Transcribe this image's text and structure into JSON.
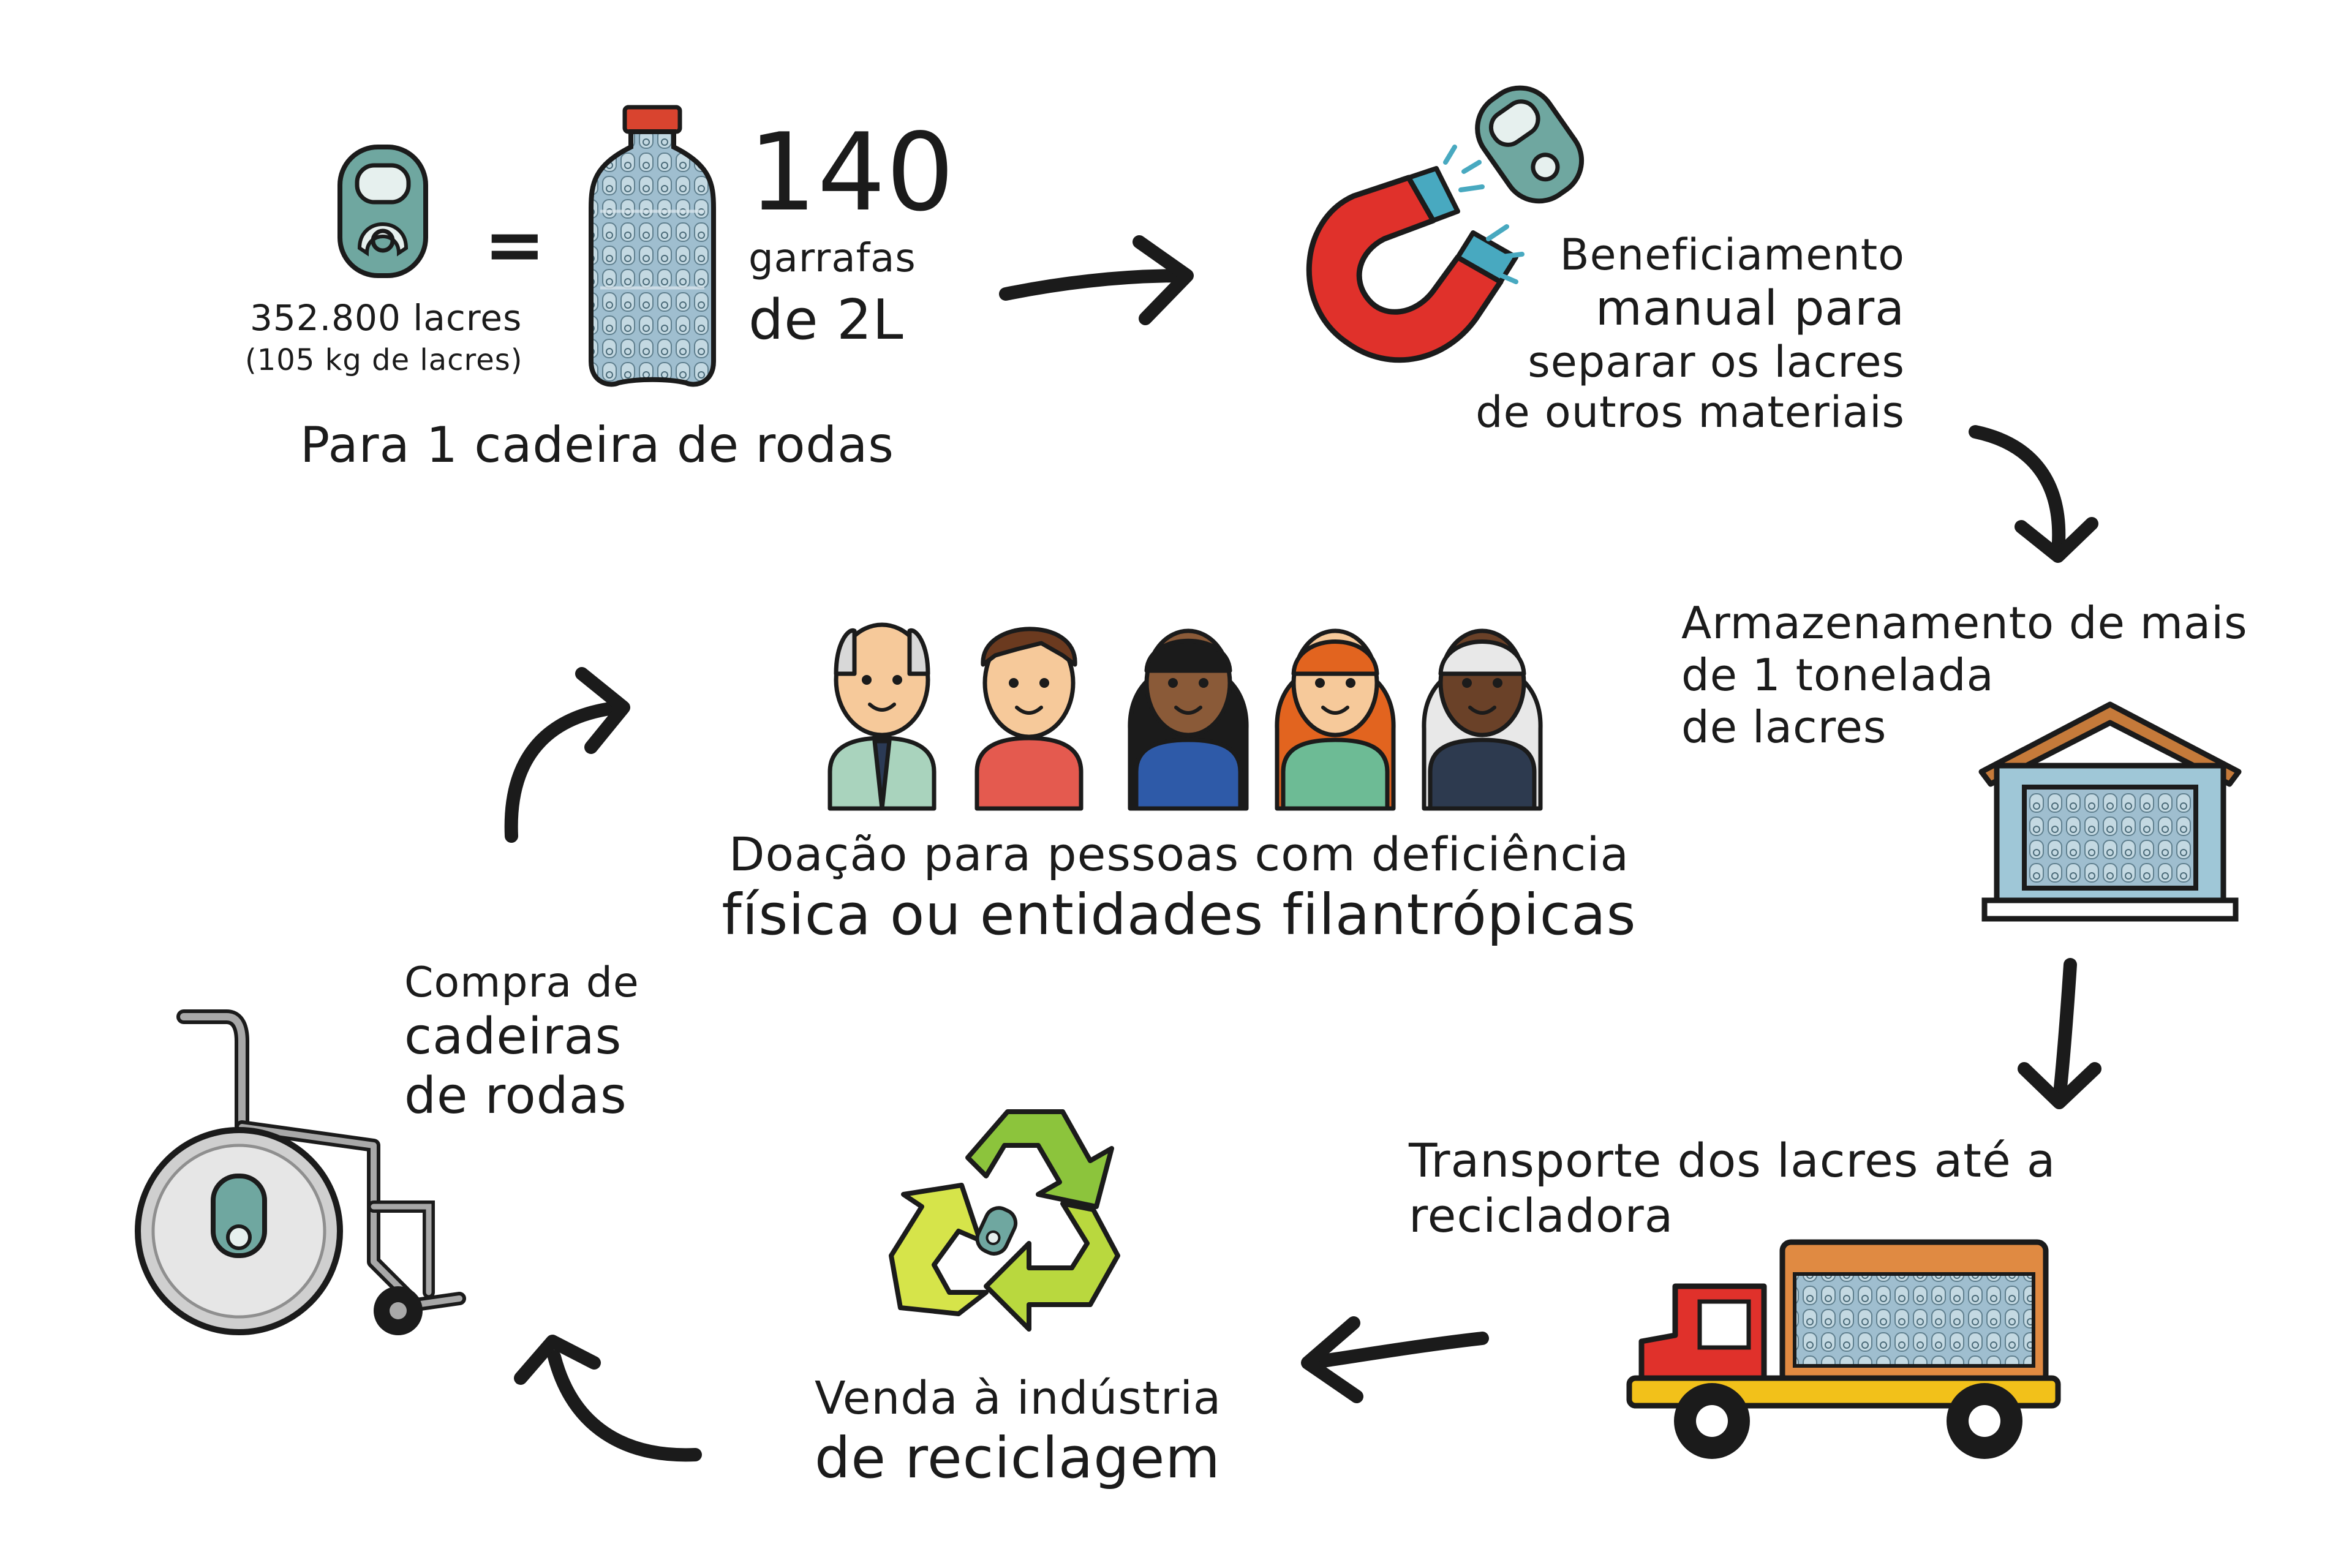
{
  "top": {
    "lacres_count": "352.800 lacres",
    "lacres_weight": "(105 kg de lacres)",
    "equals": "=",
    "bottles_number": "140",
    "bottles_word": "garrafas",
    "bottles_size": "de 2L",
    "caption": "Para 1 cadeira de rodas"
  },
  "steps": {
    "beneficiamento": [
      "Beneficiamento",
      "manual para",
      "separar os lacres",
      "de outros materiais"
    ],
    "armazenamento": [
      "Armazenamento de mais",
      "de 1 tonelada",
      "de lacres"
    ],
    "transporte": [
      "Transporte dos lacres até a",
      "recicladora"
    ],
    "venda": [
      "Venda à indústria",
      "de reciclagem"
    ],
    "compra": [
      "Compra de",
      "cadeiras",
      "de rodas"
    ],
    "doacao": [
      "Doação para pessoas com deficiência",
      "física ou entidades filantrópicas"
    ]
  },
  "colors": {
    "ink": "#1b1b1b",
    "magnet_red": "#e0312b",
    "magnet_tip": "#48a9c0",
    "tab_teal": "#6fa7a0",
    "house_roof": "#c57a3a",
    "house_wall": "#9fc7d7",
    "truck_red": "#e0312b",
    "truck_yellow": "#f2c11a",
    "truck_cargo": "#e08a42",
    "recycle_green": "#8cc43c",
    "recycle_light": "#d6e44a"
  }
}
